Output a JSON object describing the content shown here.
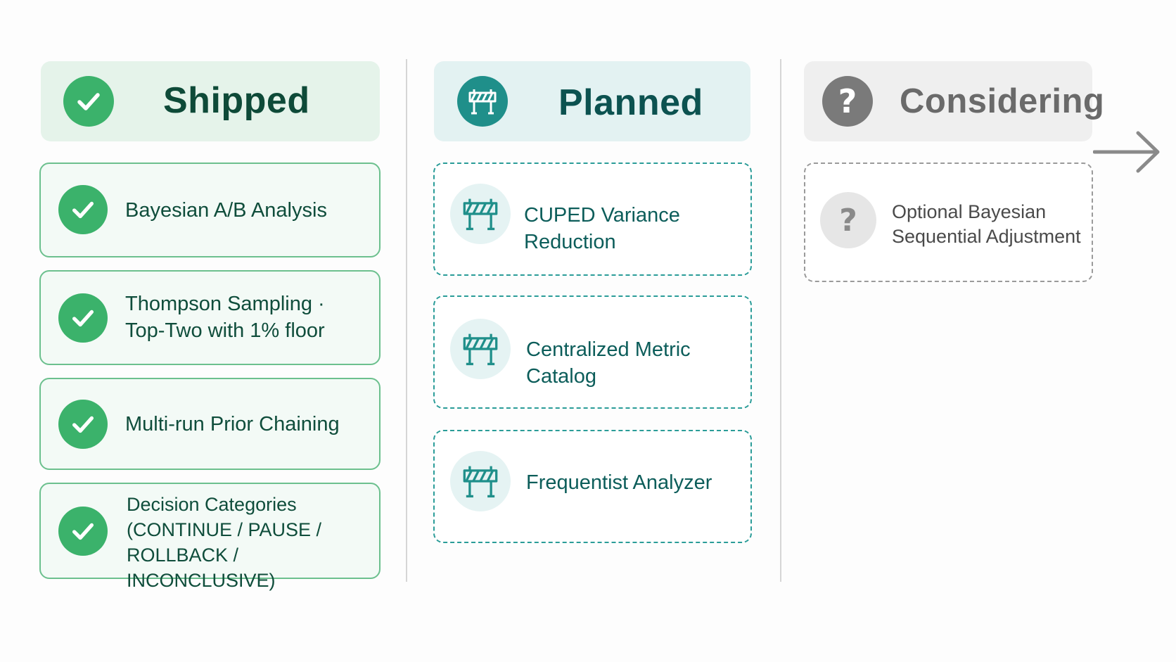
{
  "columns": {
    "shipped": {
      "title": "Shipped",
      "icon": "check-icon",
      "color": "#3bb26b",
      "header_bg": "#e5f3ea",
      "items": [
        {
          "lines": [
            "Bayesian A/B Analysis"
          ]
        },
        {
          "lines": [
            "Thompson Sampling ·",
            "Top-Two with 1% floor"
          ]
        },
        {
          "lines": [
            "Multi-run Prior Chaining"
          ]
        },
        {
          "lines": [
            "Decision Categories",
            "(CONTINUE / PAUSE /",
            "ROLLBACK / INCONCLUSIVE)"
          ]
        }
      ]
    },
    "planned": {
      "title": "Planned",
      "icon": "barrier-icon",
      "color": "#1f8f8a",
      "header_bg": "#e3f2f2",
      "items": [
        {
          "lines": [
            "CUPED Variance Reduction"
          ]
        },
        {
          "lines": [
            "Centralized Metric Catalog"
          ]
        },
        {
          "lines": [
            "Frequentist Analyzer"
          ]
        }
      ]
    },
    "considering": {
      "title": "Considering",
      "icon": "question-icon",
      "color": "#7a7a7a",
      "header_bg": "#efefef",
      "items": [
        {
          "lines": [
            "Optional Bayesian",
            "Sequential Adjustment"
          ]
        }
      ]
    }
  },
  "arrow_icon": "arrow-right-icon"
}
